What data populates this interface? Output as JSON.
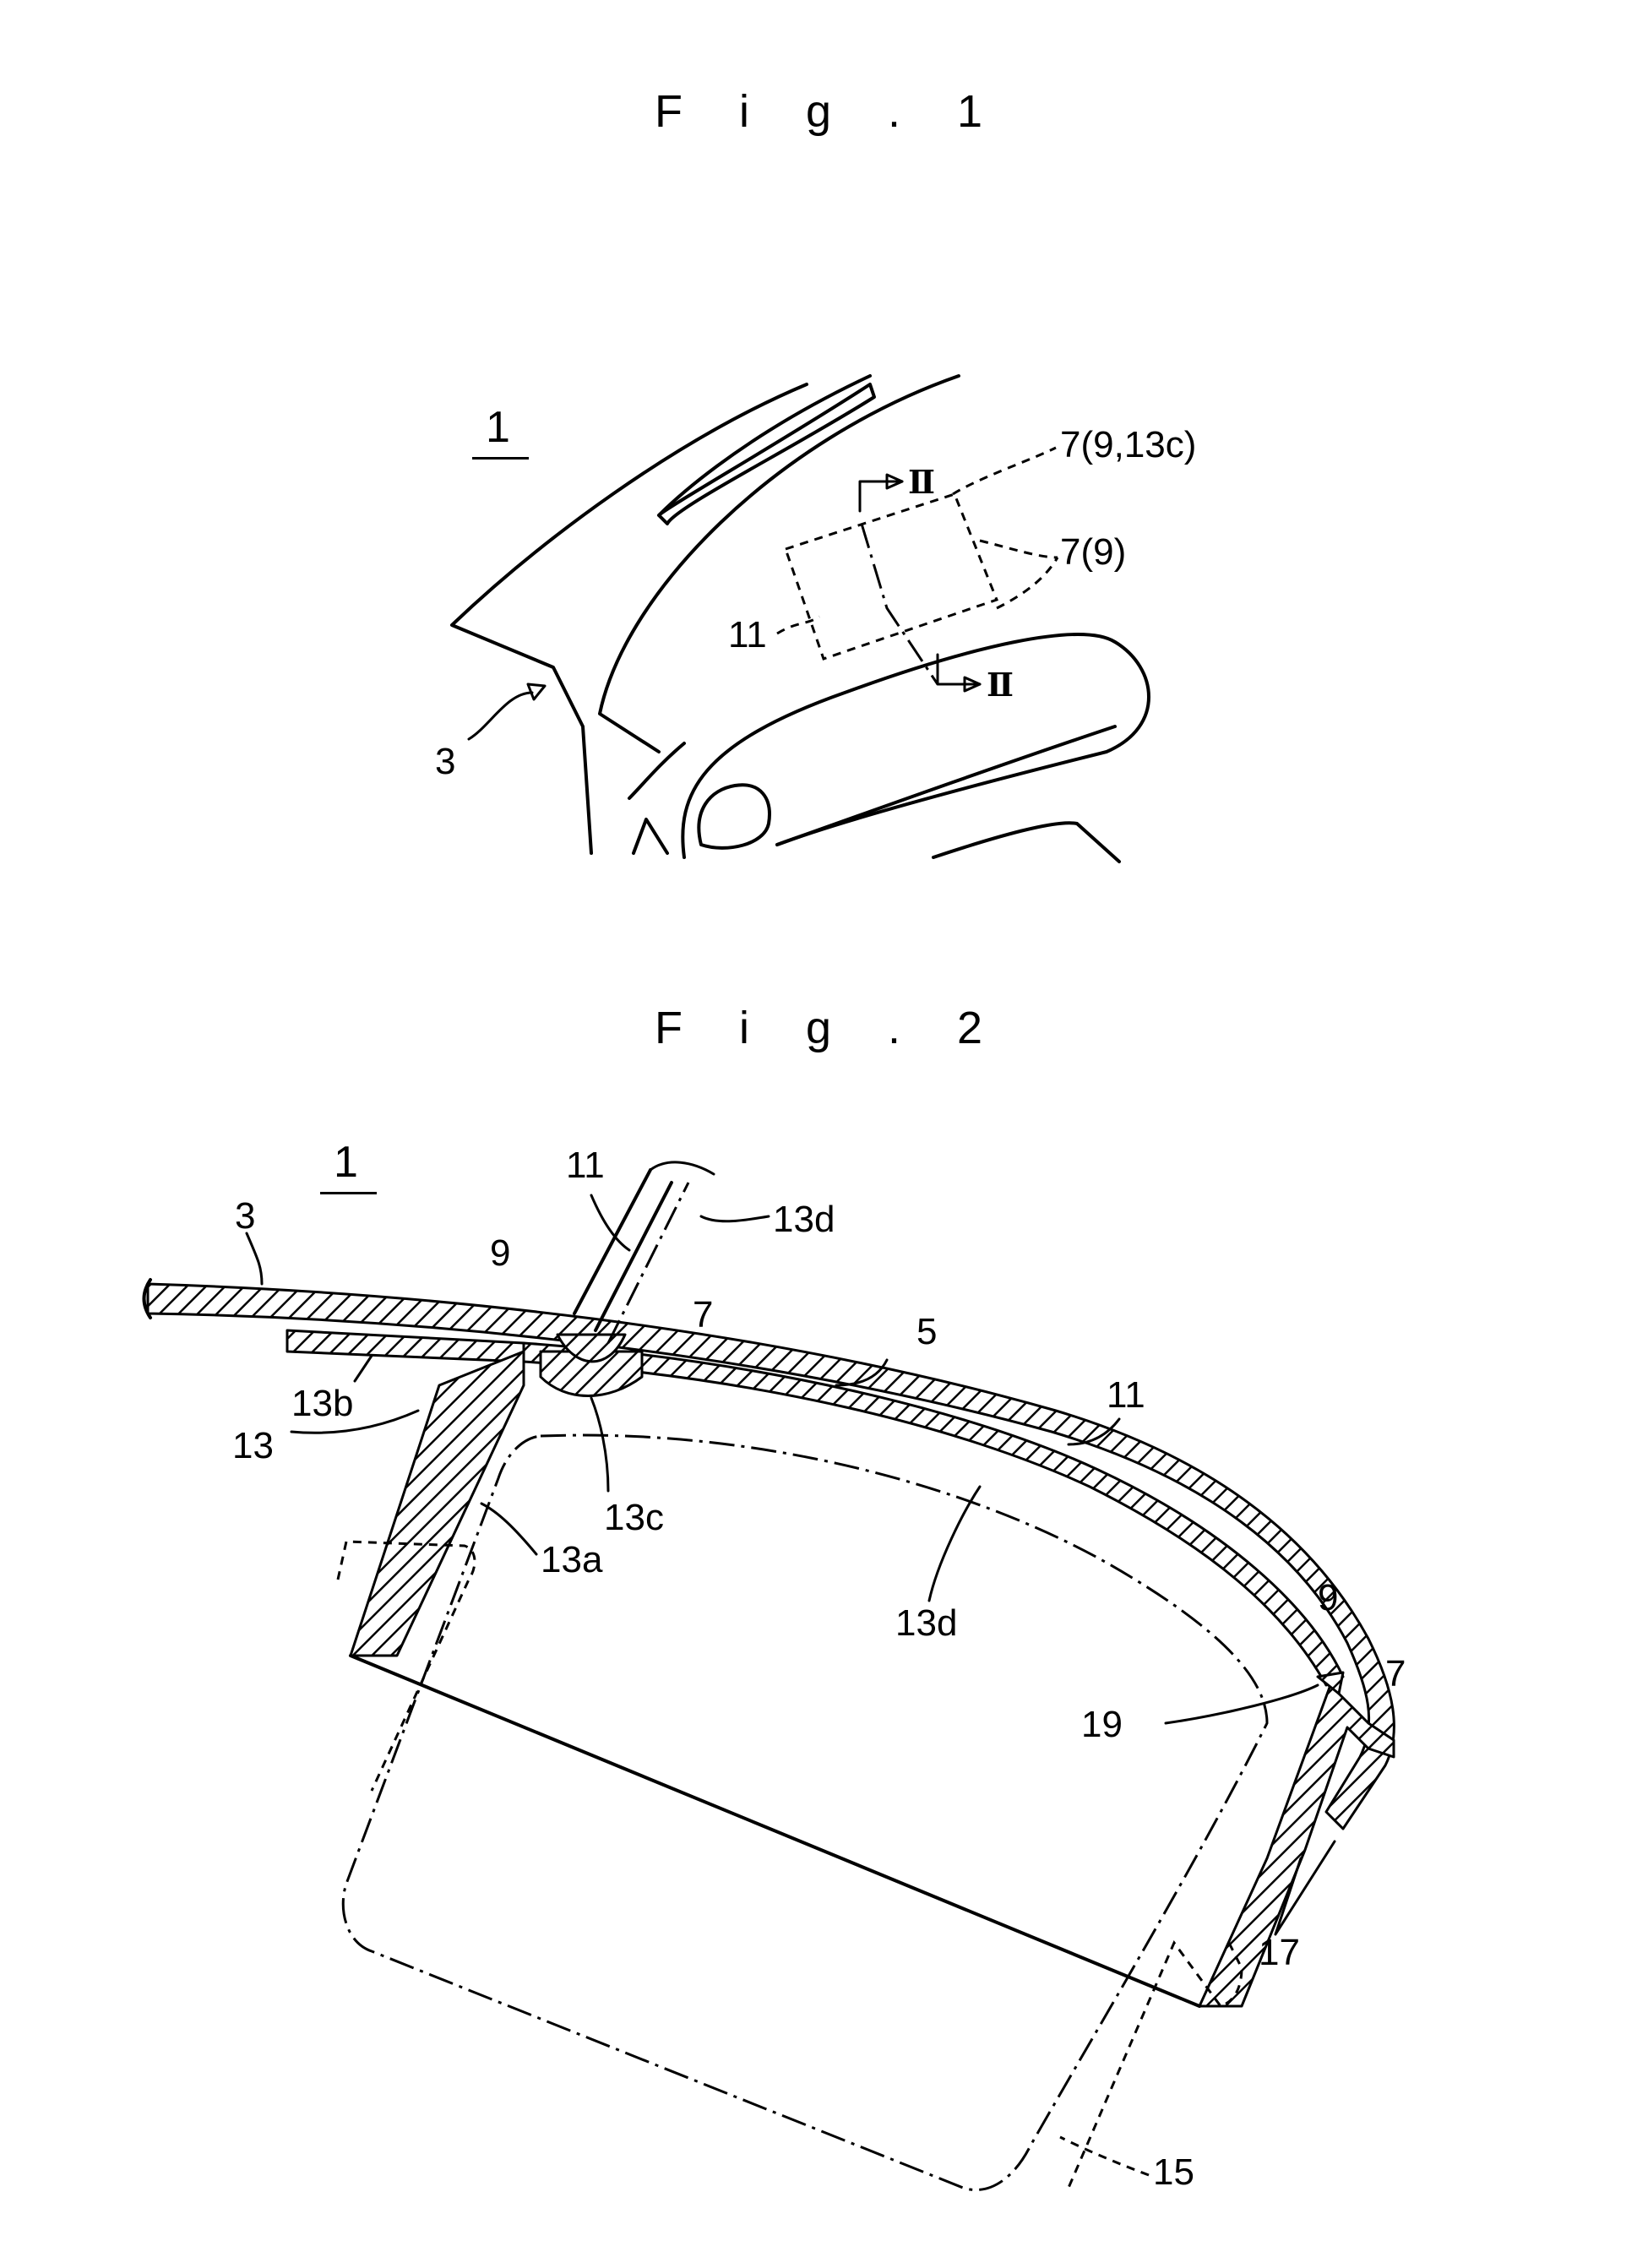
{
  "figures": [
    {
      "title": "F i g . 1",
      "labels": {
        "device": "1",
        "panel": "3",
        "section_mark_top": "Ⅱ",
        "section_mark_bottom": "Ⅱ",
        "ref_7_9_13c": "7(9,13c)",
        "ref_7_9": "7(9)",
        "ref_11": "11"
      }
    },
    {
      "title": "F i g . 2",
      "labels": {
        "device": "1",
        "panel": "3",
        "ref_11_top": "11",
        "ref_13d_top": "13d",
        "ref_9_left": "9",
        "ref_7_left": "7",
        "ref_5": "5",
        "ref_11_right": "11",
        "ref_13b": "13b",
        "ref_13": "13",
        "ref_13c": "13c",
        "ref_13a": "13a",
        "ref_13d_mid": "13d",
        "ref_9_right": "9",
        "ref_7_right": "7",
        "ref_19": "19",
        "ref_17": "17",
        "ref_15": "15"
      }
    }
  ]
}
